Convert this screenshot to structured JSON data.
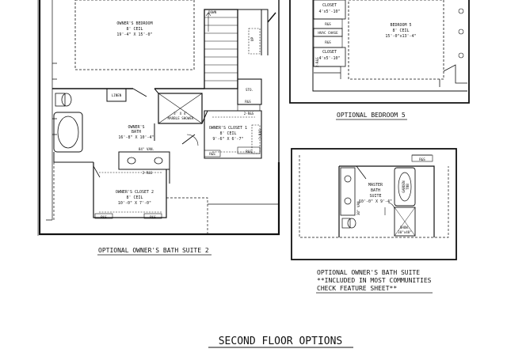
{
  "suite2": {
    "owners_bedroom": {
      "name": "OWNER'S BEDROOM",
      "ceil": "8' CEIL",
      "dim": "19'-4\" X 15'-0\""
    },
    "down": "DOWN",
    "up": "UP",
    "sto": "STO.",
    "linen": "LINEN",
    "shower": "3' X 4'",
    "shower2": "MARBLE SHOWER",
    "owners_bath": {
      "name": "OWNER'S",
      "name2": "BATH",
      "dim": "16'-8\" X 10'-4\""
    },
    "closet1": {
      "name": "OWNER'S CLOSET 1",
      "ceil": "8' CEIL",
      "dim": "9'-6\" X 6'-7\""
    },
    "vanity": "84\" VAN.",
    "closet2": {
      "name": "OWNER'S CLOSET 2",
      "ceil": "8' CEIL",
      "dim": "10'-0\" X 7'-0\""
    },
    "rs": "R&S",
    "two_rs": "2-R&S",
    "caption": "OPTIONAL OWNER'S BATH SUITE 2"
  },
  "bedroom5": {
    "closet_a": {
      "name": "CLOSET",
      "dim": "4'x5'-10\""
    },
    "rs": "R&S",
    "hvac": "HVAC CHASE",
    "closet_b": {
      "name": "CLOSET",
      "dim": "4'x5'-10\""
    },
    "two_rs": "2-R&S",
    "room": {
      "name": "BEDROOM 5",
      "ceil": "8' CEIL",
      "dim": "15'-0\"x13'-4\""
    },
    "caption": "OPTIONAL BEDROOM 5"
  },
  "bathsuite": {
    "rs": "R&S",
    "master": {
      "name": "MASTER",
      "name2": "BATH",
      "name3": "SUITE",
      "dim": "10'-0\" X 9'-4\""
    },
    "tub": "GARDEN",
    "tub2": "TUB",
    "vanity": "30\" VAN.",
    "shower": "SHOW.",
    "shower2": "30\"x48\"",
    "caption_lines": [
      "OPTIONAL OWNER'S BATH SUITE",
      "**INCLUDED IN MOST COMMUNITIES",
      "CHECK FEATURE SHEET**"
    ]
  },
  "page_title": "SECOND FLOOR OPTIONS"
}
